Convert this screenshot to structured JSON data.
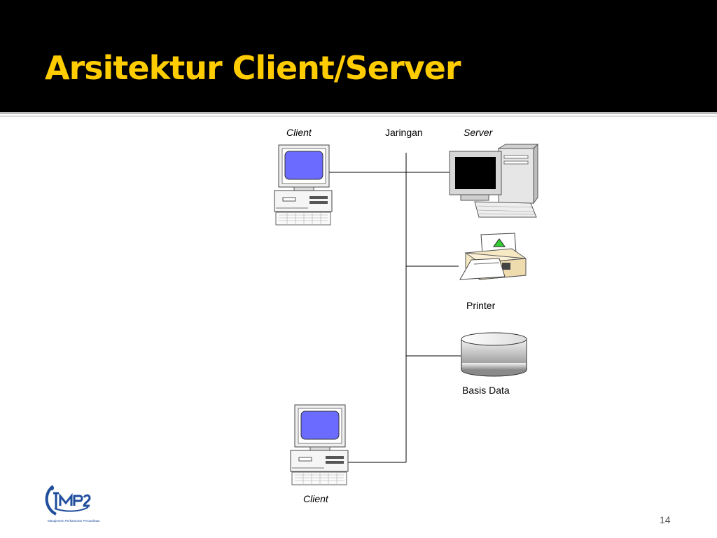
{
  "slide": {
    "title": "Arsitektur Client/Server",
    "page_number": "14"
  },
  "diagram": {
    "labels": {
      "client_top": "Client",
      "network": "Jaringan",
      "server": "Server",
      "printer": "Printer",
      "database": "Basis Data",
      "client_bottom": "Client"
    }
  },
  "logo": {
    "text": "MP2",
    "caption": "Manajemen Perkantoran Perusahaan"
  },
  "colors": {
    "header_bg": "#000000",
    "title": "#ffcc00",
    "client_screen": "#6b6bff",
    "server_screen": "#000000",
    "printer_body": "#f7e9c3",
    "printer_indicator": "#33cc33",
    "logo_blue": "#1f4e9c"
  }
}
